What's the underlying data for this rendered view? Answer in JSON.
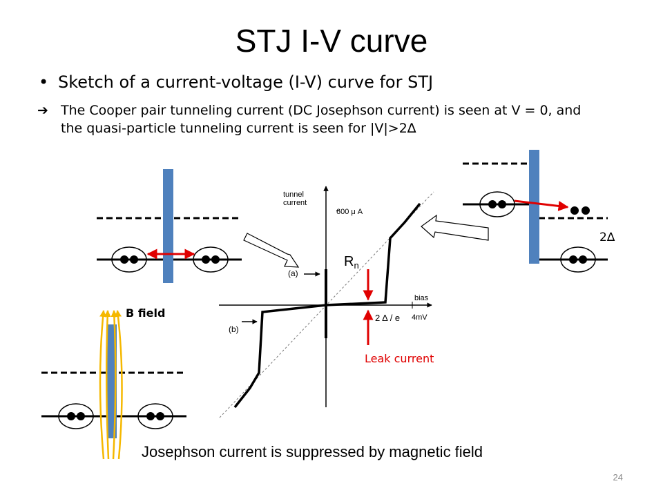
{
  "slide": {
    "title": "STJ I-V curve",
    "bullet": "Sketch of a current-voltage (I-V) curve for STJ",
    "arrow_glyph": "➔",
    "sub_text": "The Cooper pair tunneling current (DC Josephson current) is seen at V = 0, and the quasi-particle tunneling current is seen for |V|>2∆",
    "caption": "Josephson current is suppressed by magnetic field",
    "page_number": "24"
  },
  "plot": {
    "ylabel_1": "tunnel",
    "ylabel_2": "current",
    "current_tick": "600 μ A",
    "xlabel": "bias",
    "voltage_tick": "4mV",
    "gap_label": "2 Δ / e",
    "resistance_label": "R",
    "resistance_sub": "n",
    "label_a": "(a)",
    "label_b": "(b)"
  },
  "annotations": {
    "leak_current": "Leak current",
    "b_field": "B field",
    "gap": "2∆"
  },
  "colors": {
    "barrier": "#4f81bd",
    "arrow": "#e00000",
    "field": "#f5b800",
    "leak": "#e00000"
  }
}
